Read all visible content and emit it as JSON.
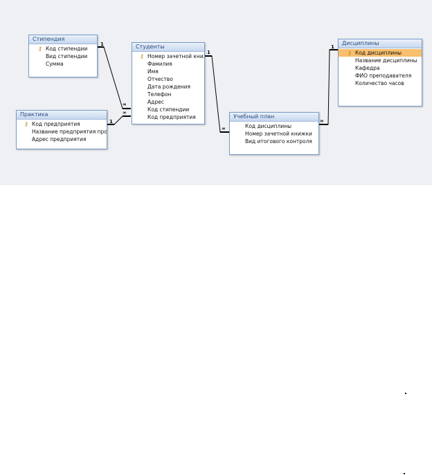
{
  "tables": {
    "stipendiya": {
      "title": "Стипендия",
      "fields": [
        {
          "name": "Код стипендии",
          "key": true
        },
        {
          "name": "Вид стипендии",
          "key": false
        },
        {
          "name": "Сумма",
          "key": false
        }
      ]
    },
    "praktika": {
      "title": "Практика",
      "fields": [
        {
          "name": "Код предприятия",
          "key": true
        },
        {
          "name": "Название предприятия прох",
          "key": false
        },
        {
          "name": "Адрес предприятия",
          "key": false
        }
      ]
    },
    "studenty": {
      "title": "Студенты",
      "fields": [
        {
          "name": "Номер зачетной книж",
          "key": true
        },
        {
          "name": "Фамилия",
          "key": false
        },
        {
          "name": "Имя",
          "key": false
        },
        {
          "name": "Отчество",
          "key": false
        },
        {
          "name": "Дата рождения",
          "key": false
        },
        {
          "name": "Телефон",
          "key": false
        },
        {
          "name": "Адрес",
          "key": false
        },
        {
          "name": "Код стипендии",
          "key": false
        },
        {
          "name": "Код предприятия",
          "key": false
        }
      ]
    },
    "uchebny_plan": {
      "title": "Учебный план",
      "fields": [
        {
          "name": "Код дисциплины",
          "key": false
        },
        {
          "name": "Номер зачетной книжки",
          "key": false
        },
        {
          "name": "Вид итогового контроля",
          "key": false
        }
      ]
    },
    "distsipliny": {
      "title": "Дисциплины",
      "fields": [
        {
          "name": "Код дисциплины",
          "key": true,
          "highlighted": true
        },
        {
          "name": "Название дисциплины",
          "key": false
        },
        {
          "name": "Кафедра",
          "key": false
        },
        {
          "name": "ФИО преподавателя",
          "key": false
        },
        {
          "name": "Количество часов",
          "key": false
        }
      ]
    }
  },
  "cardinality": {
    "one": "1",
    "many": "∞"
  },
  "colors": {
    "diagram_bg": "#eef0f4",
    "title_text": "#2b4d7e",
    "border": "#7a9bc7",
    "highlight": "#f9be6e"
  },
  "icons": {
    "primary_key": "key-icon"
  }
}
